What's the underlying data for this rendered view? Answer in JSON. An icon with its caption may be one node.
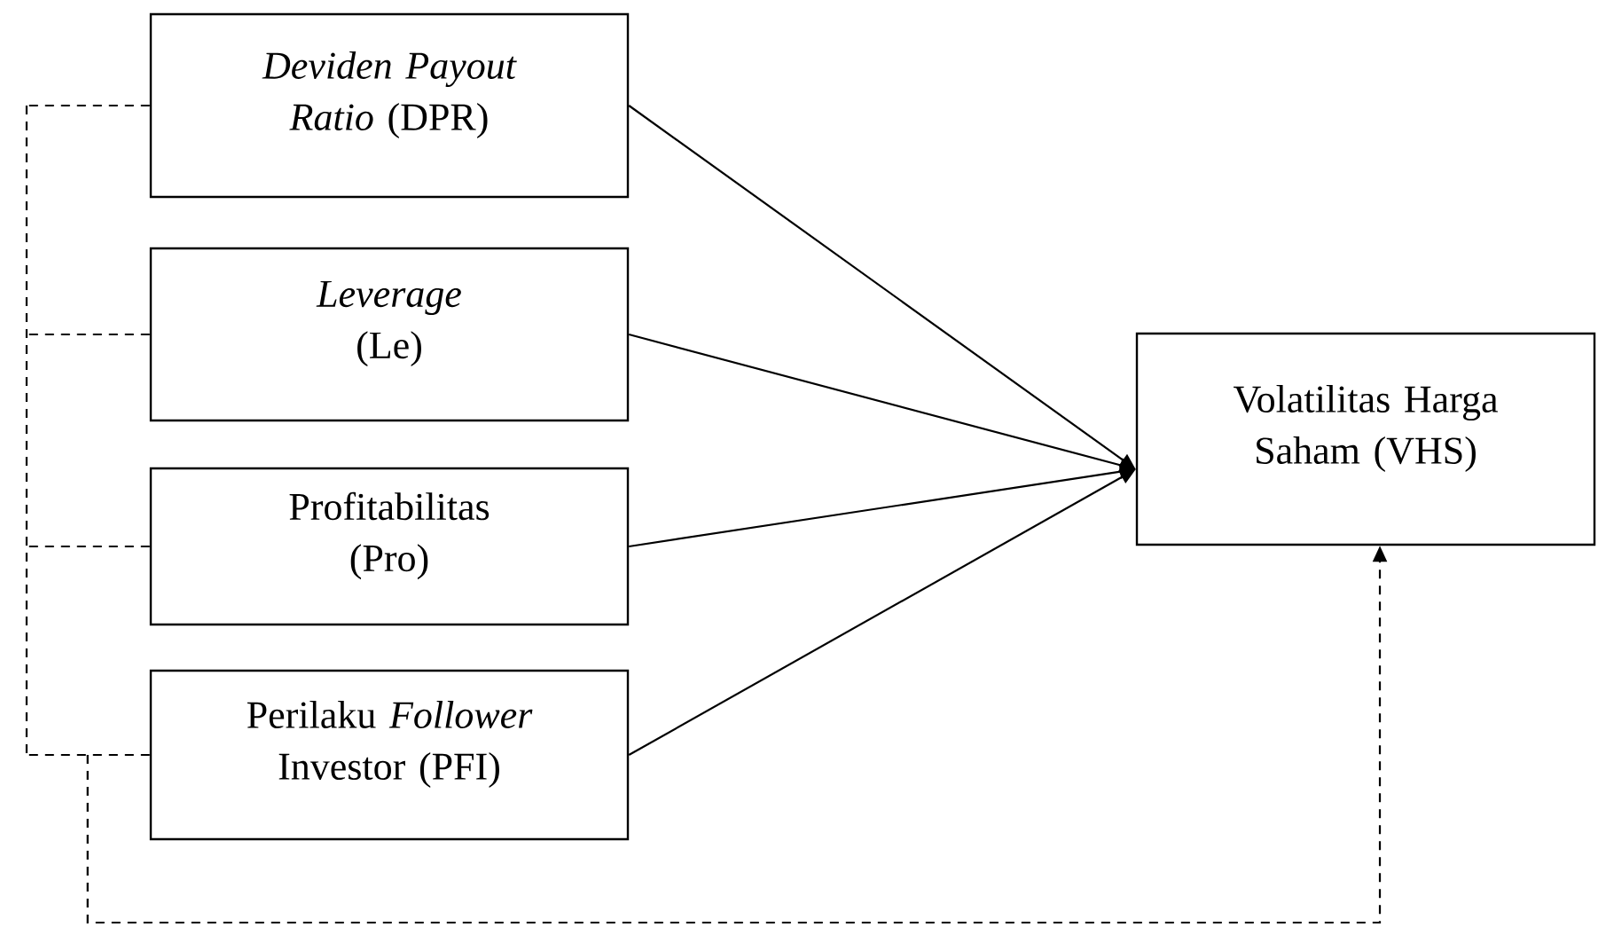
{
  "diagram": {
    "nodes": [
      {
        "text": [
          "*Deviden Payout Ratio* (DPR)"
        ]
      },
      {
        "text": [
          "*Leverage* (Le)"
        ]
      },
      {
        "text": [
          "Profitabilitas (Pro)"
        ]
      },
      {
        "text": [
          "Perilaku *Follower* Investor (PFI)"
        ]
      },
      {
        "text": [
          "Volatilitas Harga Saham (VHS)"
        ]
      }
    ],
    "edges": [
      {
        "from": 0,
        "to": 4,
        "arrow": "to"
      },
      {
        "from": 1,
        "to": 4,
        "arrow": "to"
      },
      {
        "from": 2,
        "to": 4,
        "arrow": "to"
      },
      {
        "from": 3,
        "to": 4,
        "arrow": "to"
      },
      {
        "from": 0,
        "to": 4,
        "arrow": "to",
        "style": "dashed"
      },
      {
        "from": 1,
        "to": 4,
        "arrow": "to",
        "style": "dashed"
      },
      {
        "from": 2,
        "to": 4,
        "arrow": "to",
        "style": "dashed"
      },
      {
        "from": 3,
        "to": 4,
        "arrow": "to",
        "style": "dashed"
      }
    ]
  }
}
